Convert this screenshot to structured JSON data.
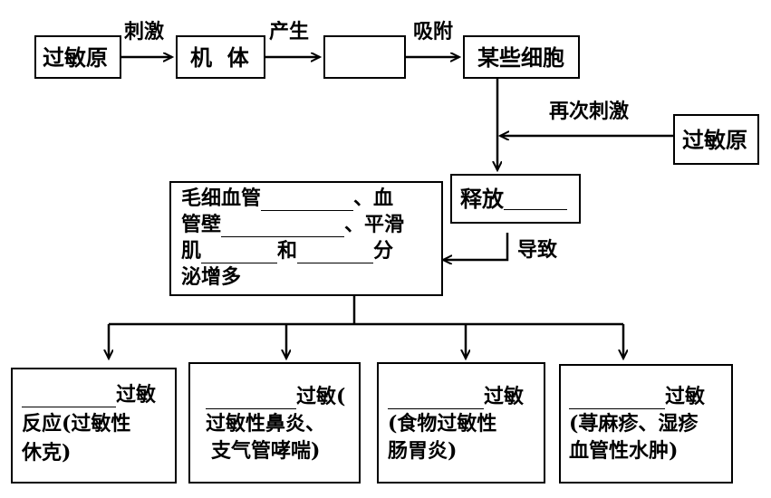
{
  "nodes": {
    "allergen_start": "过敏原",
    "organism": "机  体",
    "unknown": "",
    "cells": "某些细胞",
    "allergen_again": "过敏原",
    "release_prefix": "释放",
    "effects": {
      "line1_a": "毛细血管",
      "line1_b": "、血",
      "line2_a": "管壁",
      "line2_b": "、平滑",
      "line3_a": "肌",
      "line3_b": "和",
      "line3_c": "分",
      "line4": "泌增多"
    },
    "outcomes": [
      {
        "lines": [
          "过敏",
          "反应(过敏性",
          "休克)"
        ]
      },
      {
        "lines": [
          "过敏(",
          "过敏性鼻炎、",
          "支气管哮喘)"
        ]
      },
      {
        "lines": [
          "过敏",
          "(食物过敏性",
          "肠胃炎)"
        ]
      },
      {
        "lines": [
          "过敏",
          "(荨麻疹、湿疹",
          "血管性水肿)"
        ]
      }
    ]
  },
  "edges": {
    "stimulate": "刺激",
    "produce": "产生",
    "adsorb": "吸附",
    "restimulate": "再次刺激",
    "cause": "导致"
  }
}
